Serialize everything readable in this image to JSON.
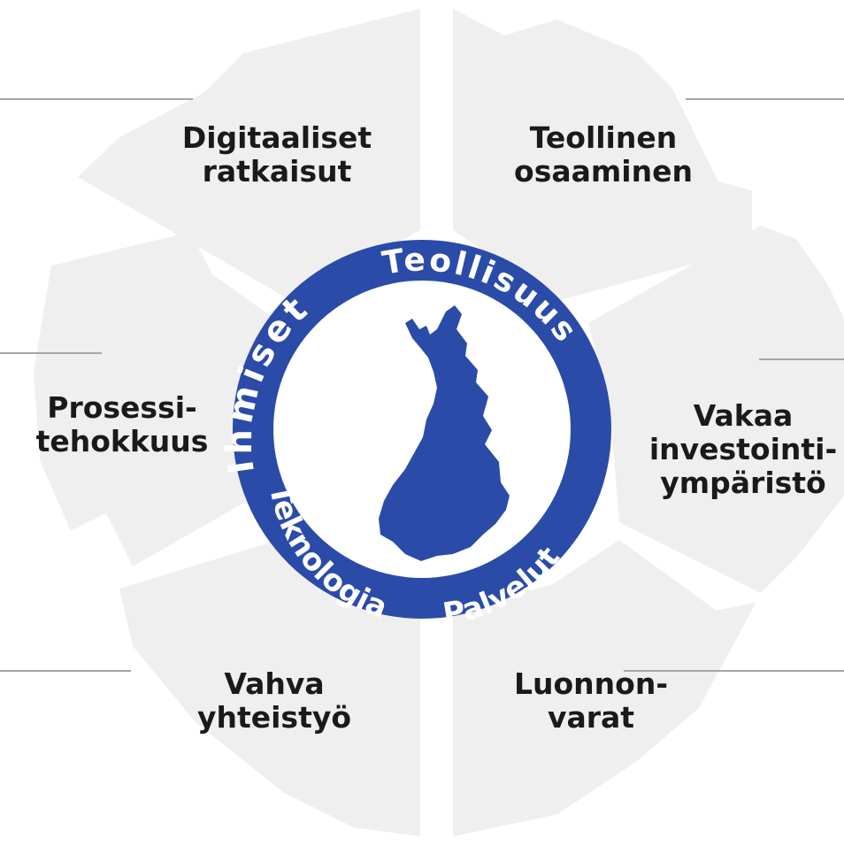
{
  "colors": {
    "segment_fill": "#efefef",
    "ring_blue": "#2a4ba8",
    "leader_line": "#a6a6a6",
    "label_text": "#1a1a1a",
    "ring_text": "#ffffff"
  },
  "segments": [
    {
      "line1": "Digitaaliset",
      "line2": "ratkaisut"
    },
    {
      "line1": "Teollinen",
      "line2": "osaaminen"
    },
    {
      "line1": "Prosessi-",
      "line2": "tehokkuus"
    },
    {
      "line1": "Vakaa",
      "line2": "investointi-",
      "line3": "ympäristö"
    },
    {
      "line1": "Vahva",
      "line2": "yhteistyö"
    },
    {
      "line1": "Luonnon-",
      "line2": "varat"
    }
  ],
  "ring": {
    "words": [
      "Ihmiset",
      "Teollisuus",
      "Teknologia",
      "Palvelut"
    ]
  },
  "center_icon": "finland-map-icon"
}
